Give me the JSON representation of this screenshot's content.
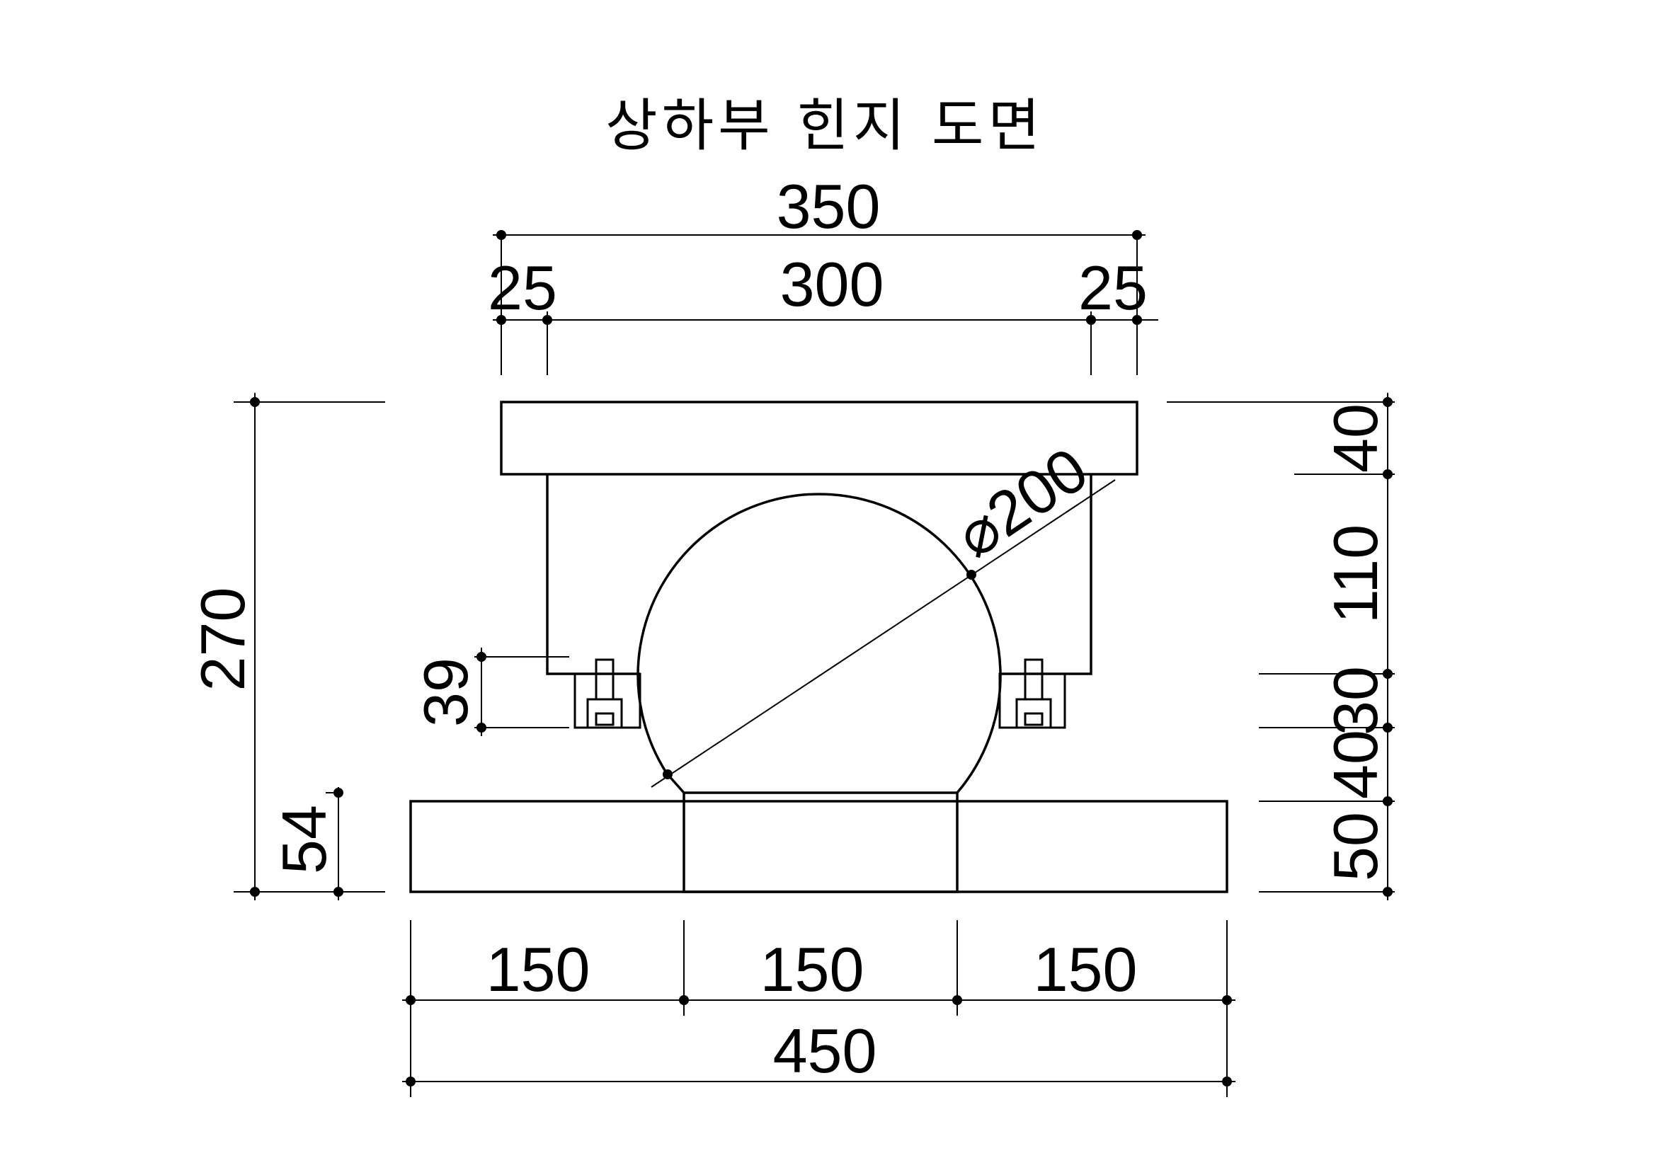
{
  "title": "상하부 힌지 도면",
  "dimensions": {
    "top_overall": "350",
    "top_left_offset": "25",
    "top_center": "300",
    "top_right_offset": "25",
    "left_overall_height": "270",
    "left_base_height": "54",
    "bracket_height": "39",
    "diameter": "⌀200",
    "right_top_plate": "40",
    "right_upper_block": "110",
    "right_gap_30": "30",
    "right_gap_40": "40",
    "right_base_plate": "50",
    "bottom_left": "150",
    "bottom_center": "150",
    "bottom_right": "150",
    "bottom_overall": "450"
  },
  "colors": {
    "line": "#000000",
    "background": "#ffffff"
  }
}
